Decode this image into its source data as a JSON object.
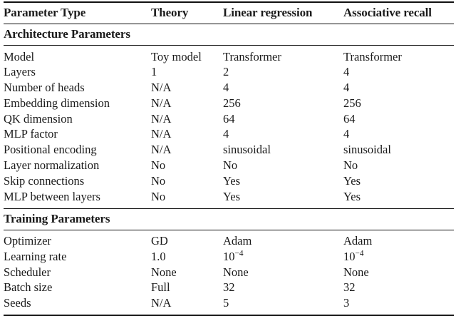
{
  "table": {
    "columns": [
      "Parameter Type",
      "Theory",
      "Linear regression",
      "Associative recall"
    ],
    "sections": [
      {
        "title": "Architecture Parameters",
        "rows": [
          {
            "param": "Model",
            "theory": "Toy model",
            "linear_regression": "Transformer",
            "associative_recall": "Transformer"
          },
          {
            "param": "Layers",
            "theory": "1",
            "linear_regression": "2",
            "associative_recall": "4"
          },
          {
            "param": "Number of heads",
            "theory": "N/A",
            "linear_regression": "4",
            "associative_recall": "4"
          },
          {
            "param": "Embedding dimension",
            "theory": "N/A",
            "linear_regression": "256",
            "associative_recall": "256"
          },
          {
            "param": "QK dimension",
            "theory": "N/A",
            "linear_regression": "64",
            "associative_recall": "64"
          },
          {
            "param": "MLP factor",
            "theory": "N/A",
            "linear_regression": "4",
            "associative_recall": "4"
          },
          {
            "param": "Positional encoding",
            "theory": "N/A",
            "linear_regression": "sinusoidal",
            "associative_recall": "sinusoidal"
          },
          {
            "param": "Layer normalization",
            "theory": "No",
            "linear_regression": "No",
            "associative_recall": "No"
          },
          {
            "param": "Skip connections",
            "theory": "No",
            "linear_regression": "Yes",
            "associative_recall": "Yes"
          },
          {
            "param": "MLP between layers",
            "theory": "No",
            "linear_regression": "Yes",
            "associative_recall": "Yes"
          }
        ]
      },
      {
        "title": "Training Parameters",
        "rows": [
          {
            "param": "Optimizer",
            "theory": "GD",
            "linear_regression": "Adam",
            "associative_recall": "Adam"
          },
          {
            "param": "Learning rate",
            "theory": "1.0",
            "linear_regression_base": "10",
            "linear_regression_exp": "−4",
            "associative_recall_base": "10",
            "associative_recall_exp": "−4"
          },
          {
            "param": "Scheduler",
            "theory": "None",
            "linear_regression": "None",
            "associative_recall": "None"
          },
          {
            "param": "Batch size",
            "theory": "Full",
            "linear_regression": "32",
            "associative_recall": "32"
          },
          {
            "param": "Seeds",
            "theory": "N/A",
            "linear_regression": "5",
            "associative_recall": "3"
          }
        ]
      }
    ]
  }
}
